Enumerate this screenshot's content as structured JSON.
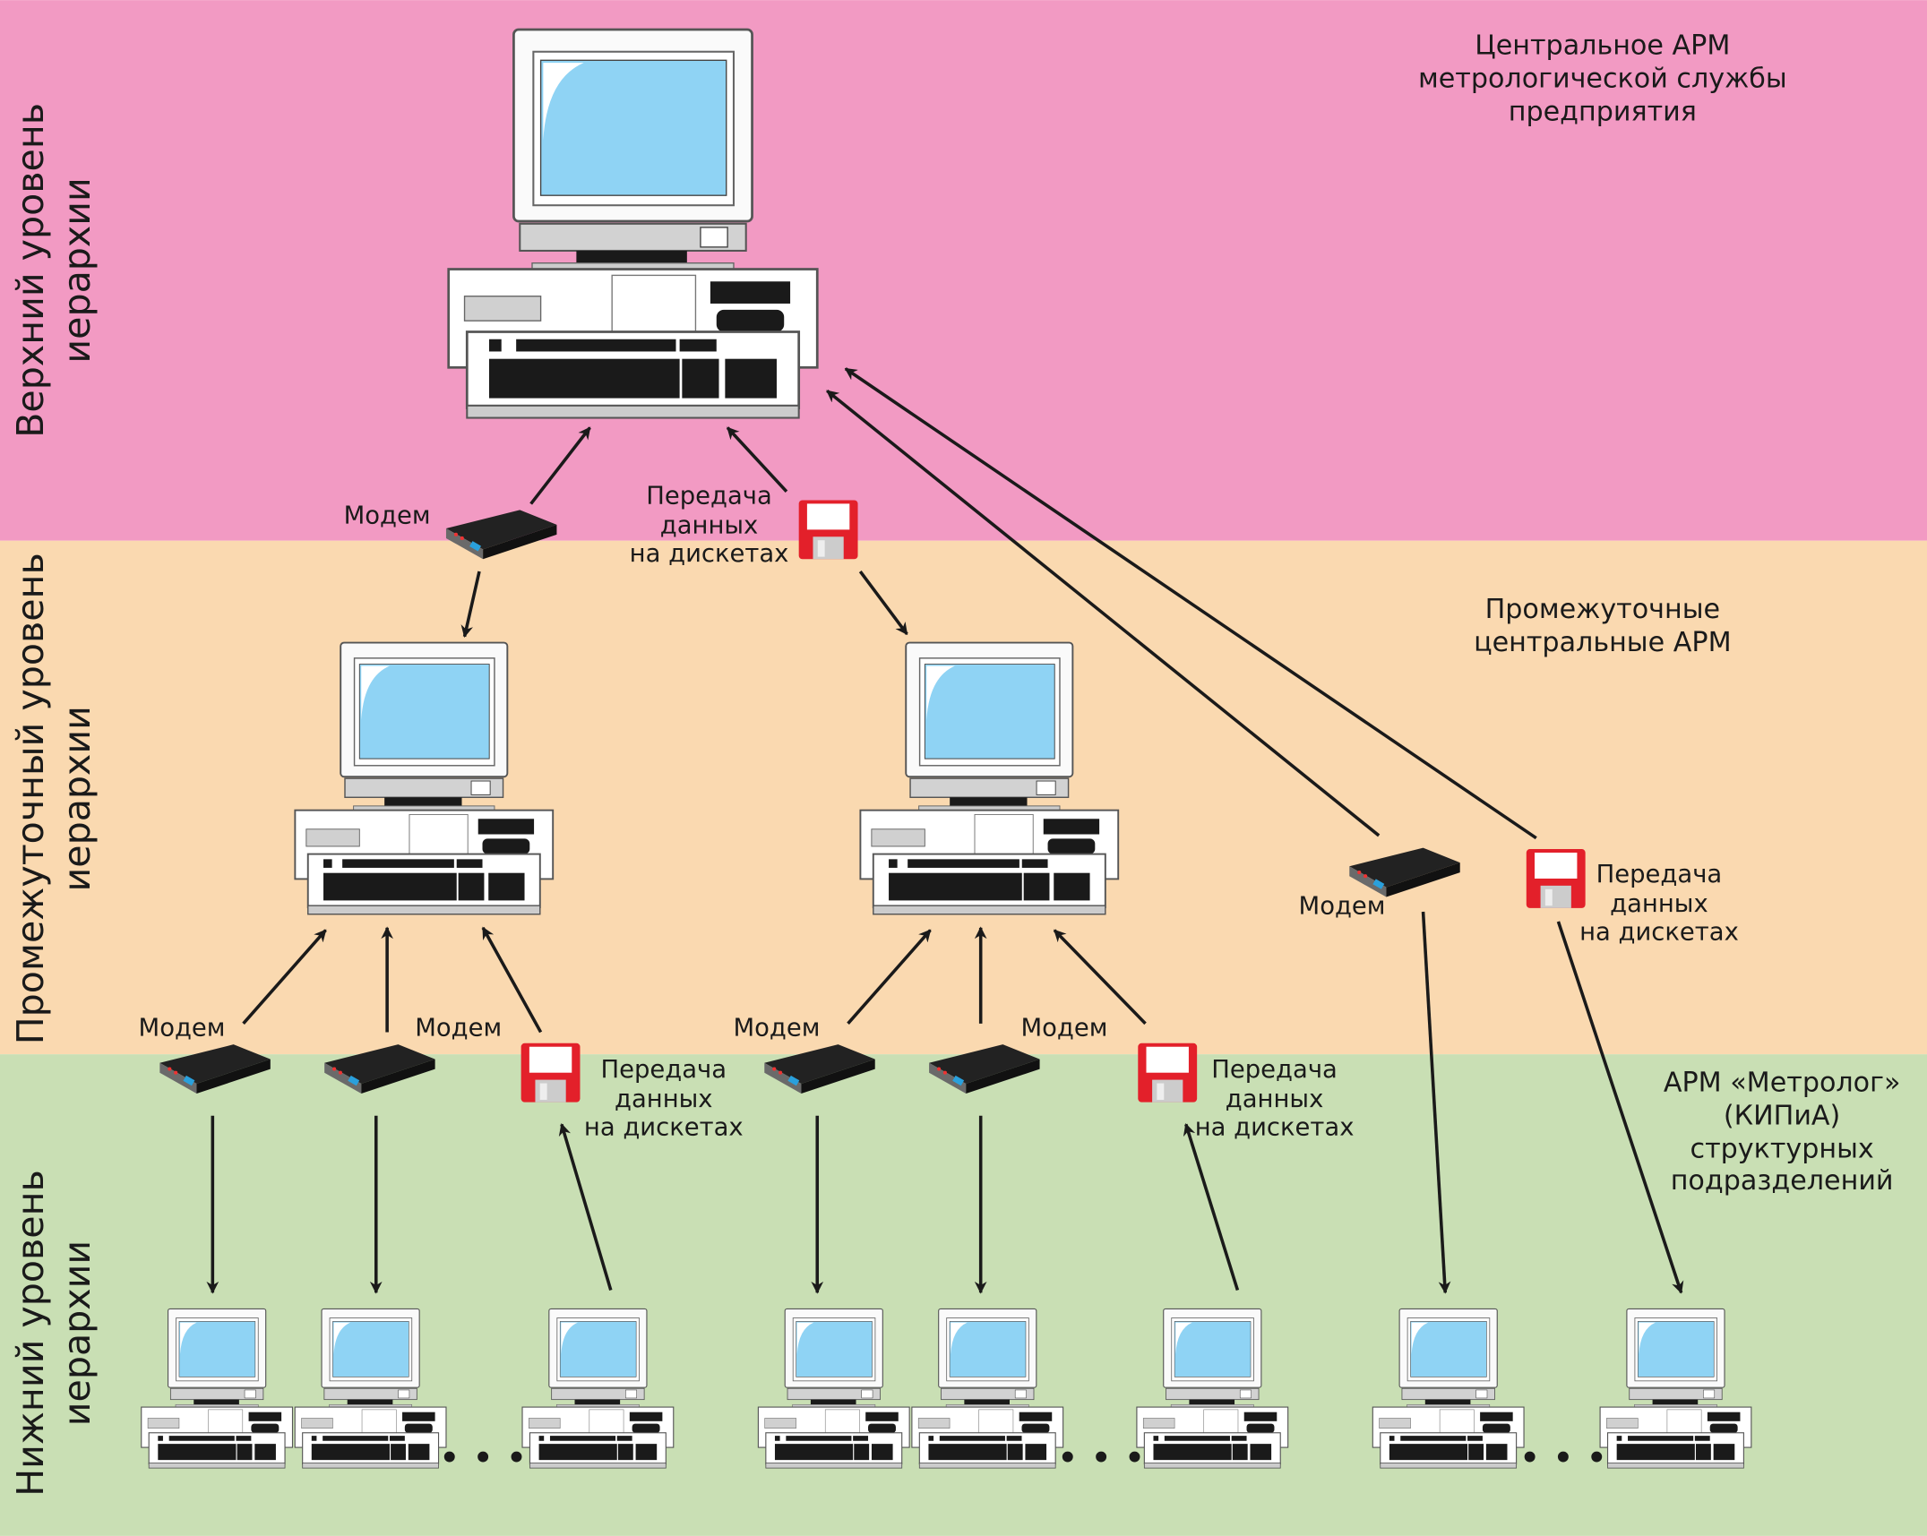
{
  "colors": {
    "top_band": "#f29ac3",
    "middle_band": "#fad9b0",
    "bottom_band": "#c9dfb4",
    "screen": "#8fd3f4",
    "floppy": "#e3202a"
  },
  "levels": {
    "top": [
      "Верхний уровень",
      "иерархии"
    ],
    "middle": [
      "Промежуточный уровень",
      "иерархии"
    ],
    "bottom": [
      "Нижний уровень",
      "иерархии"
    ]
  },
  "captions": {
    "central": [
      "Центральное АРМ",
      "метрологической службы",
      "предприятия"
    ],
    "intermediate": [
      "Промежуточные",
      "центральные АРМ"
    ],
    "metrolog": [
      "АРМ «Метролог»",
      "(КИПиА)",
      "структурных",
      "подразделений"
    ]
  },
  "labels": {
    "modem": "Модем",
    "floppy": [
      "Передача",
      "данных",
      "на дискетах"
    ],
    "ellipsis": "• • •"
  },
  "icons": [
    "computer-icon",
    "modem-icon",
    "floppy-disk-icon",
    "arrow-icon"
  ]
}
